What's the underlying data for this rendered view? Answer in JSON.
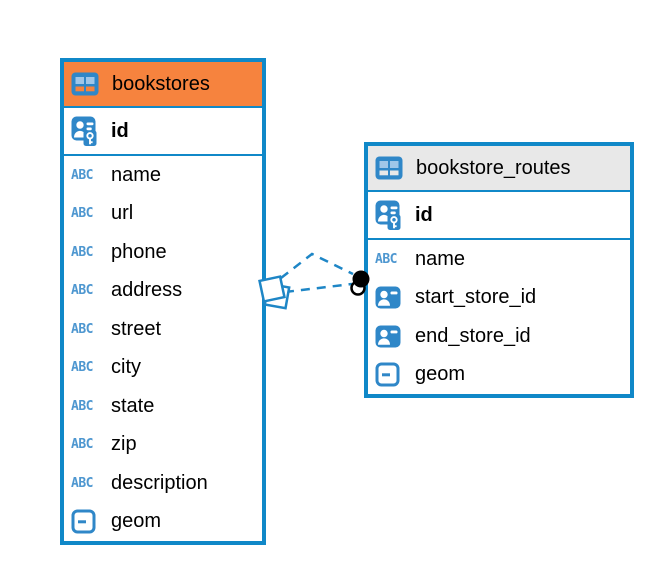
{
  "diagram": {
    "background": "#ffffff",
    "accent_blue": "#1088C8",
    "icon_blue": "#2F87C8",
    "relationship_line_color": "#1E86C6"
  },
  "tables": [
    {
      "name": "bookstores",
      "header_bg": "#F6833E",
      "columns": [
        {
          "name": "id",
          "type": "primary-key"
        },
        {
          "name": "name",
          "type": "text"
        },
        {
          "name": "url",
          "type": "text"
        },
        {
          "name": "phone",
          "type": "text"
        },
        {
          "name": "address",
          "type": "text"
        },
        {
          "name": "street",
          "type": "text"
        },
        {
          "name": "city",
          "type": "text"
        },
        {
          "name": "state",
          "type": "text"
        },
        {
          "name": "zip",
          "type": "text"
        },
        {
          "name": "description",
          "type": "text"
        },
        {
          "name": "geom",
          "type": "geometry"
        }
      ]
    },
    {
      "name": "bookstore_routes",
      "header_bg": "#E8E8E8",
      "columns": [
        {
          "name": "id",
          "type": "primary-key"
        },
        {
          "name": "name",
          "type": "text"
        },
        {
          "name": "start_store_id",
          "type": "reference"
        },
        {
          "name": "end_store_id",
          "type": "reference"
        },
        {
          "name": "geom",
          "type": "geometry"
        }
      ]
    }
  ],
  "relationships": [
    {
      "from_table": "bookstore_routes",
      "to_table": "bookstores",
      "style": "dashed"
    },
    {
      "from_table": "bookstore_routes",
      "to_table": "bookstores",
      "style": "dashed"
    }
  ]
}
